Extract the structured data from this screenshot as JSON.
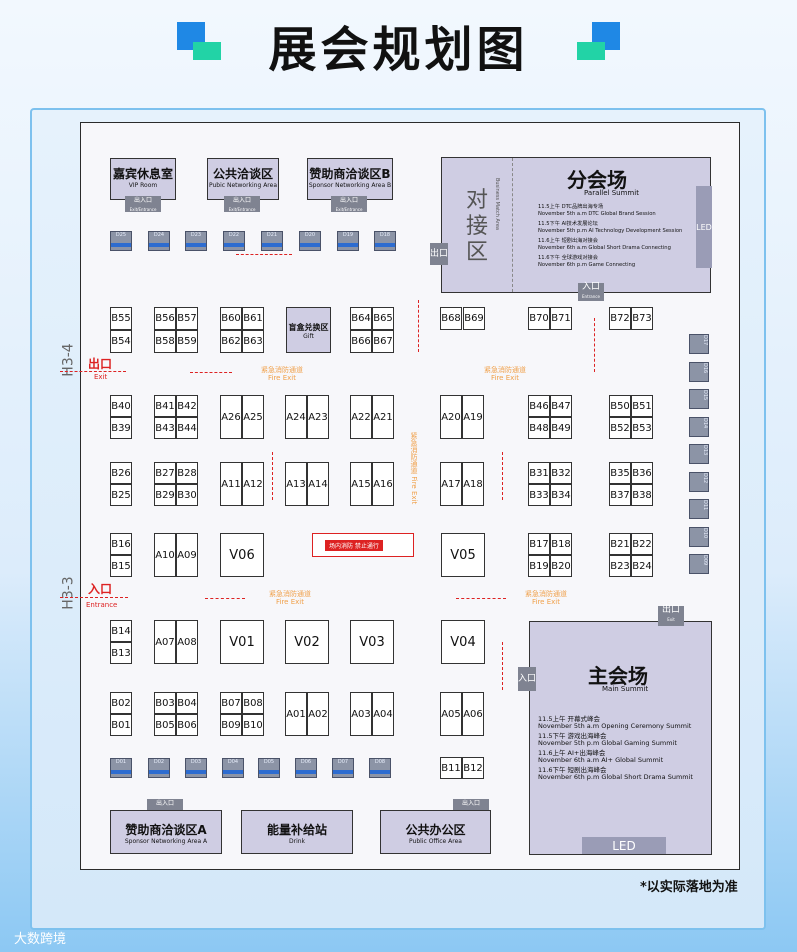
{
  "title": "展会规划图",
  "note": "*以实际落地为准",
  "watermark": "大数跨境",
  "colors": {
    "accent_blue": "#1f88e5",
    "accent_green": "#22d3a6",
    "room_fill": "#cfcde3",
    "red": "#dd2222",
    "fire_orange": "#f0a04a"
  },
  "rooms": {
    "vip": {
      "zh": "嘉宾休息室",
      "en": "VIP Room",
      "door": "出入口",
      "door_en": "Exit/Entrance"
    },
    "public_net": {
      "zh": "公共洽谈区",
      "en": "Pubic Networking Area",
      "door": "出入口",
      "door_en": "Exit/Entrance"
    },
    "sponsor_b": {
      "zh": "赞助商洽谈区B",
      "en": "Sponsor Networking Area B",
      "door": "出入口",
      "door_en": "Exit/Entrance"
    },
    "sponsor_a": {
      "zh": "赞助商洽谈区A",
      "en": "Sponsor Networking Area A",
      "door": "出入口",
      "door_en": "Exit/Entrance"
    },
    "drink": {
      "zh": "能量补给站",
      "en": "Drink"
    },
    "office": {
      "zh": "公共办公区",
      "en": "Public Office Area",
      "door": "出入口",
      "door_en": "Exit/Entrance"
    },
    "gift": {
      "zh": "盲盒兑换区",
      "en": "Gift"
    },
    "dock": {
      "zh": "对接区",
      "en": "Business Match Area",
      "exit": "出口"
    }
  },
  "parallel": {
    "zh": "分会场",
    "en": "Parallel Summit",
    "led": "LED",
    "entry": "入口",
    "entry_en": "Entrance",
    "sessions": [
      {
        "zh": "11.5上午 DTC品牌出海专场",
        "en": "November 5th a.m  DTC Global Brand Session"
      },
      {
        "zh": "11.5下午 AI技术发展论坛",
        "en": "November 5th p.m  AI Technology Development Session"
      },
      {
        "zh": "11.6上午 短剧出海对接会",
        "en": "November 6th a.m  Global Short Drama Connecting"
      },
      {
        "zh": "11.6下午 全球游戏对接会",
        "en": "November 6th p.m  Game Connecting"
      }
    ]
  },
  "main": {
    "zh": "主会场",
    "en": "Main Summit",
    "led": "LED",
    "entry": "入口",
    "exit": "出口",
    "exit_en": "Exit",
    "sessions": [
      {
        "zh": "11.5上午  开幕式峰会",
        "en": "November 5th a.m  Opening Ceremony Summit"
      },
      {
        "zh": "11.5下午  游戏出海峰会",
        "en": "November 5th p.m  Global Gaming Summit"
      },
      {
        "zh": "11.6上午  AI+出海峰会",
        "en": "November 6th a.m  AI+ Global Summit"
      },
      {
        "zh": "11.6下午  短剧出海峰会",
        "en": "November 6th p.m  Global Short Drama Summit"
      }
    ]
  },
  "gates": {
    "h34": "H3-4",
    "h33": "H3-3",
    "exit": "出口",
    "exit_en": "Exit",
    "entrance": "入口",
    "entrance_en": "Entrance"
  },
  "fire": {
    "zh": "紧急消防通道",
    "en": "Fire Exit",
    "stair": "场内消防  禁止通行"
  },
  "top_desks": [
    "D25",
    "D24",
    "D23",
    "D22",
    "D21",
    "D20",
    "D19",
    "D18"
  ],
  "bottom_desks": [
    "D01",
    "D02",
    "D03",
    "D04",
    "D05",
    "D06",
    "D07",
    "D08"
  ],
  "right_desks": [
    "D17",
    "D16",
    "D15",
    "D14",
    "D13",
    "D12",
    "D11",
    "D10",
    "D09"
  ],
  "booths": {
    "row1a": [
      "B55",
      "B56",
      "B57",
      "B60",
      "B61",
      "B64",
      "B65",
      "B68",
      "B69",
      "B70",
      "B71",
      "B72",
      "B73"
    ],
    "row1b": [
      "B54",
      "B58",
      "B59",
      "B62",
      "B63",
      "B66",
      "B67"
    ],
    "row2a": [
      "B40",
      "B41",
      "B42",
      "A26",
      "A25",
      "A24",
      "A23",
      "A22",
      "A21",
      "A20",
      "A19",
      "B46",
      "B47",
      "B50",
      "B51"
    ],
    "row2b": [
      "B39",
      "B43",
      "B44",
      "B48",
      "B49",
      "B52",
      "B53"
    ],
    "row3a": [
      "B26",
      "B27",
      "B28",
      "A11",
      "A12",
      "A13",
      "A14",
      "A15",
      "A16",
      "A17",
      "A18",
      "B31",
      "B32",
      "B35",
      "B36"
    ],
    "row3b": [
      "B25",
      "B29",
      "B30",
      "B33",
      "B34",
      "B37",
      "B38"
    ],
    "row4a": [
      "B16",
      "A10",
      "A09",
      "V06",
      "V05",
      "B17",
      "B18",
      "B21",
      "B22"
    ],
    "row4b": [
      "B15",
      "B19",
      "B20",
      "B23",
      "B24"
    ],
    "row5a": [
      "B14",
      "A07",
      "A08",
      "V01",
      "V02",
      "V03",
      "V04"
    ],
    "row5b": [
      "B13"
    ],
    "row6a": [
      "B02",
      "B03",
      "B04",
      "B07",
      "B08",
      "A01",
      "A02",
      "A03",
      "A04",
      "A05",
      "A06",
      "B11",
      "B12"
    ],
    "row6b": [
      "B01",
      "B05",
      "B06",
      "B09",
      "B10"
    ]
  }
}
